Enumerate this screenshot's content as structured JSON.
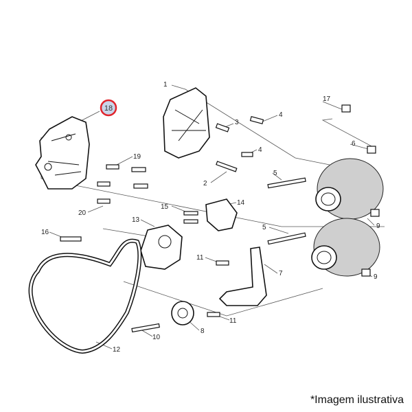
{
  "diagram": {
    "highlighted_callout": "18",
    "highlight_color": "#e0242c",
    "highlight_fill": "#c9d5ea",
    "callouts": [
      "1",
      "2",
      "3",
      "4",
      "4",
      "5",
      "5",
      "6",
      "7",
      "8",
      "9",
      "9",
      "10",
      "11",
      "11",
      "12",
      "13",
      "14",
      "15",
      "16",
      "17",
      "18",
      "19",
      "20"
    ]
  },
  "caption": "*Imagem ilustrativa"
}
